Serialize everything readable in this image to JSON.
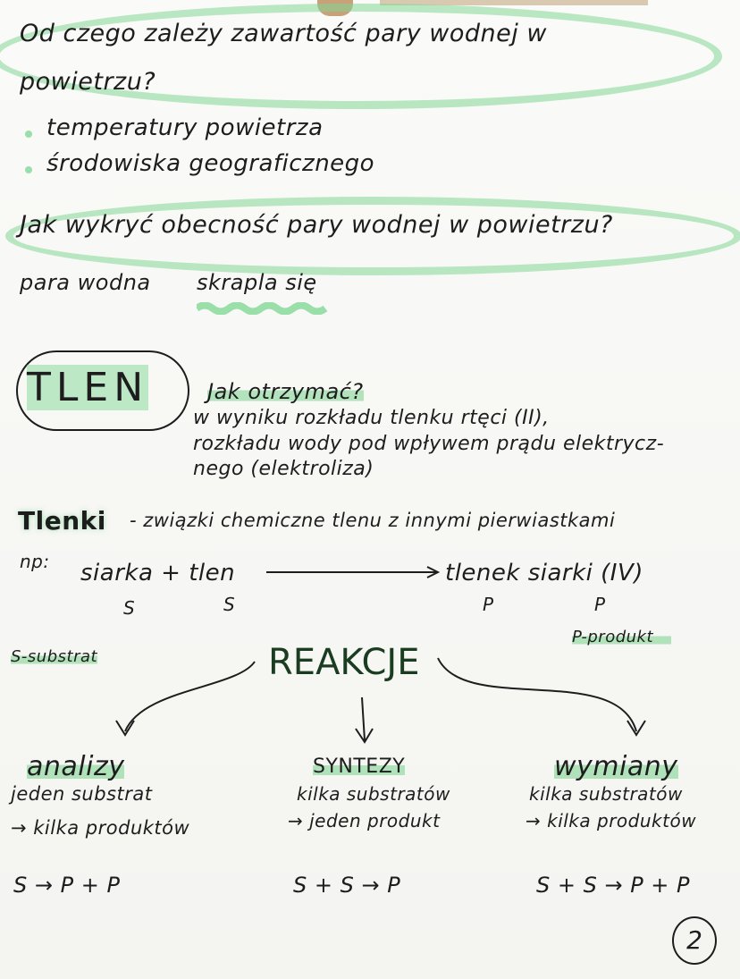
{
  "question1": {
    "line1": "Od czego zależy zawartość pary wodnej w",
    "line2": "powietrzu?",
    "answers": [
      "temperatury powietrza",
      "środowiska geograficznego"
    ]
  },
  "question2": {
    "text": "Jak wykryć obecność pary wodnej w powietrzu?",
    "answer_prefix": "para wodna",
    "answer_highlight": "skrapla się"
  },
  "tlen": {
    "title": "TLEN",
    "subheading": "Jak otrzymać?",
    "lines": [
      "w wyniku rozkładu tlenku rtęci (II),",
      "rozkładu wody pod wpływem prądu elektrycz-",
      "nego (elektroliza)"
    ]
  },
  "tlenki": {
    "term": "Tlenki",
    "definition": "- związki chemiczne tlenu z innymi pierwiastkami",
    "example_prefix": "np:",
    "example_left": "siarka + tlen",
    "example_right": "tlenek siarki (IV)",
    "labels": {
      "s1": "S",
      "s2": "S",
      "p1": "P",
      "p2": "P"
    }
  },
  "legend": {
    "substrate": "S-substrat",
    "product": "P-produkt"
  },
  "reakcje": {
    "title": "REAKCJE",
    "types": [
      {
        "name": "analizy",
        "line1": "jeden substrat",
        "line2": "→ kilka produktów",
        "formula": "S → P + P"
      },
      {
        "name": "SYNTEZY",
        "line1": "kilka substratów",
        "line2": "→ jeden produkt",
        "formula": "S + S → P"
      },
      {
        "name": "wymiany",
        "line1": "kilka substratów",
        "line2": "→ kilka produktów",
        "formula": "S + S → P + P"
      }
    ]
  },
  "page_number": "2",
  "colors": {
    "highlight": "#82d796",
    "ink": "#1d1d1d"
  }
}
